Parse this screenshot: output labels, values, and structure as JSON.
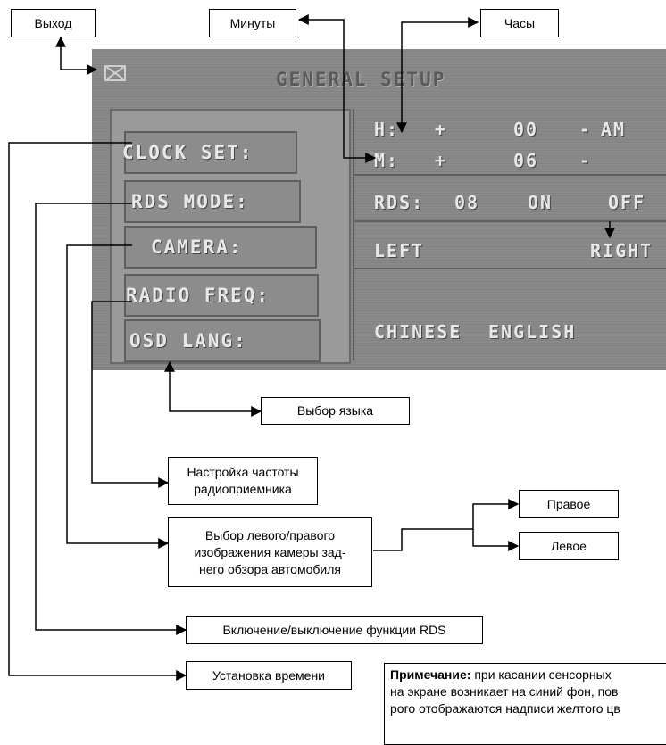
{
  "screen": {
    "title": "GENERAL SETUP",
    "exit_icon": "close-icon",
    "menu": {
      "clock": "CLOCK SET:",
      "rds": "RDS MODE:",
      "camera": "CAMERA:",
      "radio": "RADIO FREQ:",
      "lang": "OSD LANG:"
    },
    "hour": {
      "label": "H:",
      "plus": "+",
      "value": "00",
      "minus": "-",
      "ampm": "AM"
    },
    "minute": {
      "label": "M:",
      "plus": "+",
      "value": "06",
      "minus": "-"
    },
    "rds": {
      "label": "RDS:",
      "value": "08",
      "on": "ON",
      "off": "OFF"
    },
    "camera": {
      "left": "LEFT",
      "right": "RIGHT"
    },
    "lang": {
      "chinese": "CHINESE",
      "english": "ENGLISH"
    }
  },
  "callouts": {
    "exit": "Выход",
    "minutes": "Минуты",
    "hours": "Часы",
    "language": "Выбор языка",
    "radio": "Настройка частоты\nрадиоприемника",
    "camera": "Выбор левого/правого\nизображения камеры зад-\nнего обзора автомобиля",
    "right": "Правое",
    "left": "Левое",
    "rds": "Включение/выключение функции RDS",
    "time": "Установка времени"
  },
  "note": {
    "label": "Примечание:",
    "line1": " при касании сенсорных",
    "line2": "на экране возникает на синий фон, пов",
    "line3": "рого отображаются надписи желтого цв"
  }
}
